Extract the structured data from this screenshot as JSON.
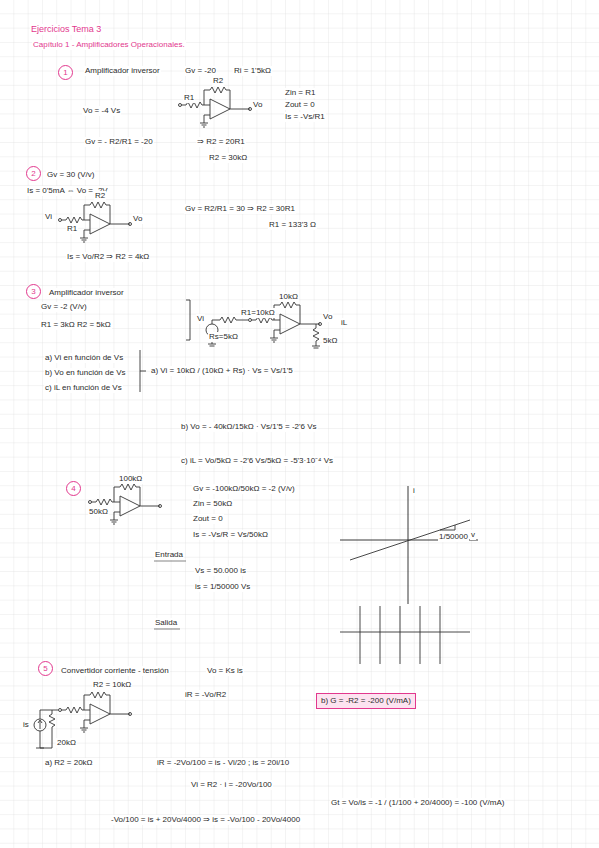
{
  "diagram": {
    "title": "Ejercicios Tema 3",
    "nodes": [
      {
        "text": [
          "1"
        ]
      },
      {
        "text": [
          "2"
        ]
      },
      {
        "text": [
          "3"
        ]
      },
      {
        "text": [
          "4"
        ]
      },
      {
        "text": [
          "5"
        ]
      },
      {
        "text": [
          "b) G = -R2 = -200 (V/mA)"
        ]
      }
    ],
    "labels": [
      "Capítulo 1 - Amplificadores Operacionales.",
      "Amplificador inversor",
      "Gv = -20",
      "Ri = 1'5kΩ",
      "Vo = -4 Vs",
      "R2",
      "R1",
      "Vo",
      "Zin = R1",
      "Zout = 0",
      "Is = -Vs/R1",
      "Gv = - R2/R1 = -20",
      "⇒ R2 = 20R1",
      "R2 = 30kΩ",
      "Gv = 30 (V/v)",
      "Is = 0'5mA ⇔ Vo = -2V",
      "R2",
      "R1",
      "Vi",
      "Vo",
      "Gv = R2/R1 = 30 ⇒ R2 = 30R1",
      "R1 = 133'3 Ω",
      "Is = Vo/R2 ⇒ R2 = 4kΩ",
      "Amplificador inversor",
      "Gv = -2 (V/v)",
      "R1 = 3kΩ   R2 = 5kΩ",
      "Rs=5kΩ",
      "R1=10kΩ",
      "10kΩ",
      "Vi",
      "5kΩ",
      "Vo",
      "iL",
      "a) Vi en función de Vs",
      "b) Vo en función de Vs",
      "c) iL en función de Vs",
      "a) Vi = 10kΩ / (10kΩ + Rs) · Vs = Vs/1'5",
      "b) Vo = - 40kΩ/15kΩ · Vs/1'5 = -2'6 Vs",
      "c) iL = Vo/5kΩ = -2'6 Vs/5kΩ = -5'3·10⁻⁴ Vs",
      "100kΩ",
      "50kΩ",
      "Gv = -100kΩ/50kΩ = -2 (V/v)",
      "Zin = 50kΩ",
      "Zout = 0",
      "Is = -Vs/R = Vs/50kΩ",
      "Entrada",
      "Vs = 50.000 is",
      "is = 1/50000 Vs",
      "Salida",
      "i",
      "v",
      "1/50000",
      "Convertidor corriente - tensión",
      "Vo = Ks is",
      "R2 = 10kΩ",
      "is",
      "20kΩ",
      "iR = -Vo/R2",
      "a) R2 = 20kΩ",
      "iR = -2Vo/100 = is - Vi/20 ; is = 20i/10",
      "Vi = R2 · i = -20Vo/100",
      "Gt = Vo/is = -1 / (1/100 + 20/4000) = -100 (V/mA)",
      "-Vo/100 = is + 20Vo/4000 ⇒ is = -Vo/100 - 20Vo/4000"
    ]
  }
}
